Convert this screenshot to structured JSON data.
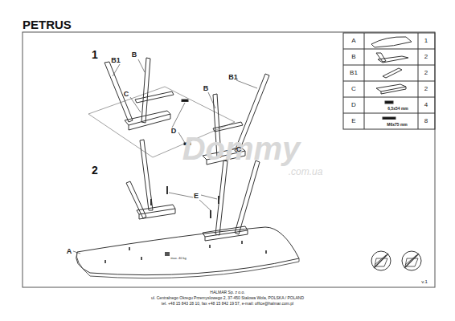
{
  "diagram": {
    "title": "PETRUS",
    "labels": [
      "1",
      "B1",
      "B",
      "C",
      "D",
      "B",
      "B1",
      "C",
      "2",
      "E",
      "A",
      "max. 40 kg",
      "A",
      "1",
      "B",
      "2",
      "B1",
      "2",
      "C",
      "2",
      "D",
      "4",
      "6,5x54 mm",
      "E",
      "8",
      "M6x75 mm",
      "Dommy",
      ".com.ua",
      "v.1",
      "HALMAR Sp. z o.o.",
      "ul. Centralnego Okregu Przemyslowego 2, 37-450 Stalowa Wola, POLSKA / POLAND",
      "tel. +48 15 843 28 10, fax +48 15 842 19 57, e-mail: office@halmar.com.pl"
    ]
  }
}
